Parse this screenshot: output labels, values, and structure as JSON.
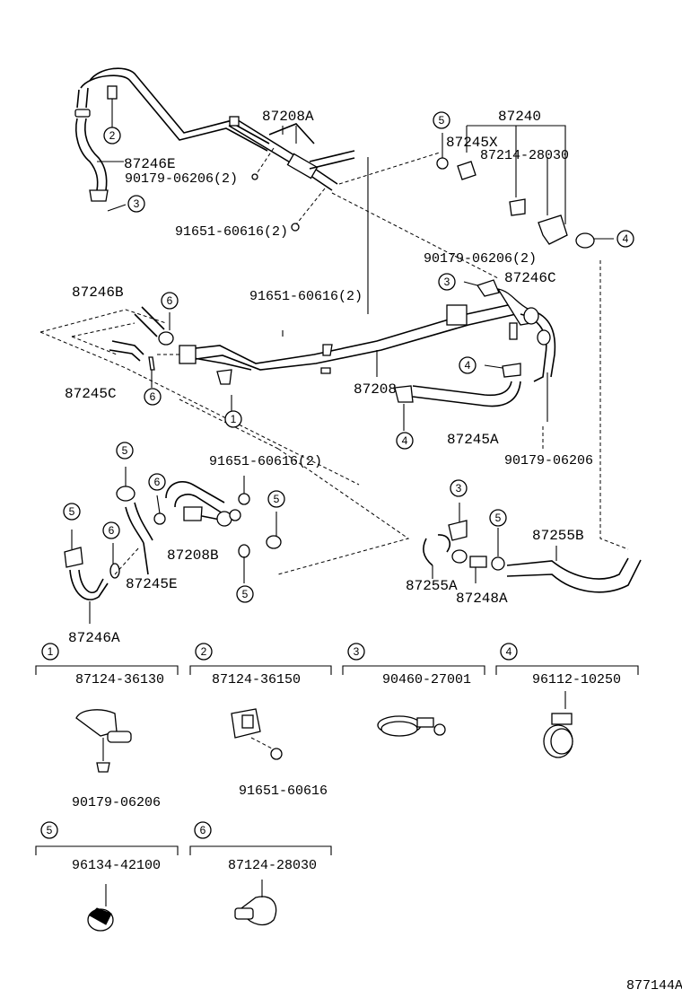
{
  "diagram": {
    "part_labels": {
      "p87208A": "87208A",
      "p87240": "87240",
      "p87245X": "87245X",
      "p87214_28030": "87214-28030",
      "p87246E": "87246E",
      "p90179_06206_2a": "90179-06206(2)",
      "p91651_60616_2a": "91651-60616(2)",
      "p90179_06206_2b": "90179-06206(2)",
      "p87246C": "87246C",
      "p87246B": "87246B",
      "p91651_60616_2b": "91651-60616(2)",
      "p87208": "87208",
      "p87245C": "87245C",
      "p87245A": "87245A",
      "p90179_06206": "90179-06206",
      "p91651_60616_2c": "91651-60616(2)",
      "p87208B": "87208B",
      "p87245E": "87245E",
      "p87246A": "87246A",
      "p87255B": "87255B",
      "p87255A": "87255A",
      "p87248A": "87248A"
    },
    "callouts": [
      "1",
      "2",
      "3",
      "4",
      "5",
      "6"
    ],
    "legend": [
      {
        "num": "1",
        "part": "87124-36130",
        "sub": "90179-06206"
      },
      {
        "num": "2",
        "part": "87124-36150",
        "sub": "91651-60616"
      },
      {
        "num": "3",
        "part": "90460-27001",
        "sub": ""
      },
      {
        "num": "4",
        "part": "96112-10250",
        "sub": ""
      },
      {
        "num": "5",
        "part": "96134-42100",
        "sub": ""
      },
      {
        "num": "6",
        "part": "87124-28030",
        "sub": ""
      }
    ],
    "figure_id": "877144A"
  }
}
